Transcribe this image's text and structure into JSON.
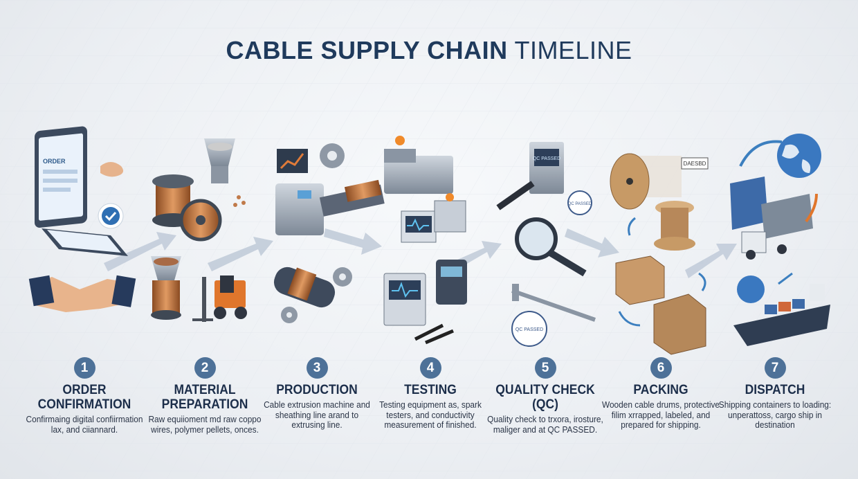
{
  "title": {
    "bold": "CABLE SUPPLY CHAIN",
    "light": "TIMELINE"
  },
  "colors": {
    "title": "#1f3a5c",
    "badge": "#4d7198",
    "arrow": "#b9c6d6",
    "copper": "#c9773f",
    "wood": "#c79a66",
    "container_blue": "#3d6aa8"
  },
  "illustration_labels": {
    "order_screen": "ORDER",
    "qc_screen": "QC PASSED",
    "qc_stamp": "QC PASSED",
    "drum_label": "DAESBD"
  },
  "steps": [
    {
      "number": "1",
      "title": "ORDER CONFIRMATION",
      "description": "Confirmaing digital confiirmation lax, and ciiannard.",
      "icon": "tablet-handshake-icon"
    },
    {
      "number": "2",
      "title": "MATERIAL PREPARATION",
      "description": "Raw equiioment md raw coppo wires, polymer pellets, onces.",
      "icon": "copper-spool-forklift-icon"
    },
    {
      "number": "3",
      "title": "PRODUCTION",
      "description": "Cable extrusion machine and sheathing line arand to extrusing line.",
      "icon": "extrusion-machine-icon"
    },
    {
      "number": "4",
      "title": "TESTING",
      "description": "Testing equipment as, spark testers, and conductivity measurement of finished.",
      "icon": "test-equipment-icon"
    },
    {
      "number": "5",
      "title": "QUALITY CHECK (QC)",
      "description": "Quality check to trxora, irosture, maliger and at QC PASSED.",
      "icon": "magnifier-caliper-icon"
    },
    {
      "number": "6",
      "title": "PACKING",
      "description": "Wooden cable drums, protective filim xrrapped, labeled, and prepared for shipping.",
      "icon": "cable-drum-crate-icon"
    },
    {
      "number": "7",
      "title": "DISPATCH",
      "description": "Shipping containers to loading: unperattoss, cargo ship in destination",
      "icon": "truck-ship-globe-icon"
    }
  ]
}
